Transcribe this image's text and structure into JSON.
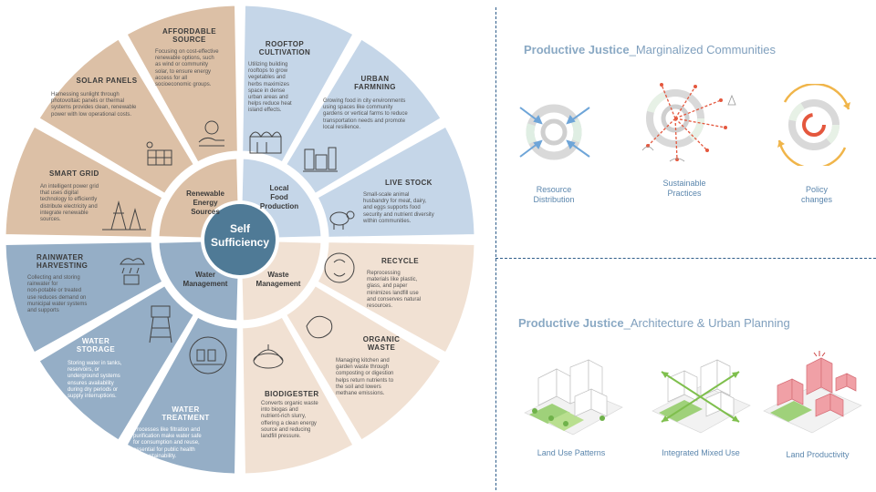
{
  "center": {
    "title_line1": "Self",
    "title_line2": "Sufficiency"
  },
  "hubs": {
    "renewable": [
      "Renewable",
      "Energy",
      "Sources"
    ],
    "food": [
      "Local",
      "Food",
      "Production"
    ],
    "water": [
      "Water",
      "Management"
    ],
    "waste": [
      "Waste",
      "Management"
    ]
  },
  "petals": {
    "affordable_source": {
      "title": [
        "AFFORDABLE",
        "SOURCE"
      ],
      "desc": [
        "Focusing on cost-effective",
        "renewable options, such",
        "as wind or community",
        "solar, to ensure energy",
        "access for all",
        "socioeconomic groups."
      ]
    },
    "solar_panels": {
      "title": [
        "SOLAR PANELS"
      ],
      "desc": [
        "Harnessing sunlight through",
        "photovoltaic panels or thermal",
        "systems provides clean, renewable",
        "power with low operational costs."
      ]
    },
    "smart_grid": {
      "title": [
        "SMART GRID"
      ],
      "desc": [
        "An intelligent power grid",
        "that uses digital",
        "technology to efficiently",
        "distribute electricity and",
        "integrate renewable",
        "sources."
      ]
    },
    "rooftop_cultivation": {
      "title": [
        "ROOFTOP",
        "CULTIVATION"
      ],
      "desc": [
        "Utilizing building",
        "rooftops to grow",
        "vegetables and",
        "herbs maximizes",
        "space in dense",
        "urban areas and",
        "helps reduce heat",
        "island effects."
      ]
    },
    "urban_farmning": {
      "title": [
        "URBAN",
        "FARMNING"
      ],
      "desc": [
        "Growing food in city environments",
        "using spaces like community",
        "gardens or vertical farms to reduce",
        "transportation needs and promote",
        "local resilience."
      ]
    },
    "live_stock": {
      "title": [
        "LIVE STOCK"
      ],
      "desc": [
        "Small-scale animal",
        "husbandry for meat, dairy,",
        "and eggs supports food",
        "security and nutrient diversity",
        "within communities."
      ]
    },
    "rainwater_harvesting": {
      "title": [
        "RAINWATER",
        "HARVESTING"
      ],
      "desc": [
        "Collecting and storing",
        "rainwater for",
        "non-potable or treated",
        "use reduces demand on",
        "municipal water systems",
        "and supports"
      ]
    },
    "water_storage": {
      "title": [
        "WATER",
        "STORAGE"
      ],
      "desc": [
        "Storing water in tanks,",
        "reservoirs, or",
        "underground systems",
        "ensures availability",
        "during dry periods or",
        "supply interruptions."
      ]
    },
    "water_treatment": {
      "title": [
        "WATER",
        "TREATMENT"
      ],
      "desc": [
        "Processes like filtration and",
        "purification make water safe",
        "for consumption and reuse,",
        "essential for public health",
        "and sustainability."
      ]
    },
    "recycle": {
      "title": [
        "RECYCLE"
      ],
      "desc": [
        "Reprocessing",
        "materials like plastic,",
        "glass, and paper",
        "minimizes landfill use",
        "and conserves natural",
        "resources."
      ]
    },
    "organic_waste": {
      "title": [
        "ORGANIC",
        "WASTE"
      ],
      "desc": [
        "Managing kitchen and",
        "garden waste through",
        "composting or digestion",
        "helps return nutrients to",
        "the soil and lowers",
        "methane emissions."
      ]
    },
    "biodigester": {
      "title": [
        "BIODIGESTER"
      ],
      "desc": [
        "Converts organic waste",
        "into biogas and",
        "nutrient-rich slurry,",
        "offering a clean energy",
        "source and reducing",
        "landfill pressure."
      ]
    }
  },
  "section1": {
    "title_main": "Productive Justice",
    "title_sub": "_Marginalized Communities",
    "items": [
      {
        "label": [
          "Resource",
          "Distribution"
        ]
      },
      {
        "label": [
          "Sustainable",
          "Practices"
        ]
      },
      {
        "label": [
          "Policy",
          "changes"
        ]
      }
    ]
  },
  "section2": {
    "title_main": "Productive Justice",
    "title_sub": "_Architecture & Urban Planning",
    "items": [
      {
        "label": "Land Use Patterns"
      },
      {
        "label": "Integrated Mixed Use"
      },
      {
        "label": "Land Productivity"
      }
    ]
  },
  "colors": {
    "energy": "#dcc0a6",
    "food": "#c5d6e8",
    "water": "#95aec6",
    "waste": "#f1e1d3",
    "center": "#4f7a96",
    "accent_blue": "#5b86ad"
  }
}
